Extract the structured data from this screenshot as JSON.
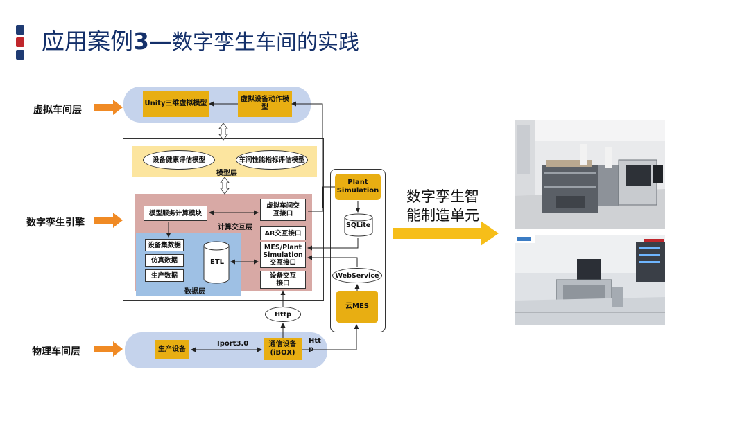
{
  "title": {
    "prefix": "应用案例",
    "number": "3",
    "dash": "—",
    "rest": "数字孪生车间的实践"
  },
  "colors": {
    "bullet_dark": "#1f3b73",
    "bullet_red": "#c0262c",
    "gold": "#e8ae12",
    "arrow_orange": "#f08a24"
  },
  "layers": {
    "virtual": "虚拟车间层",
    "engine": "数字孪生引擎",
    "physical": "物理车间层"
  },
  "diagram": {
    "unity_model": "Unity三维虚拟模型",
    "device_action_model": "虚拟设备动作模型",
    "health_model": "设备健康评估模型",
    "workshop_perf_model": "车间性能指标评估模型",
    "model_layer": "模型层",
    "model_service": "模型服务计算模块",
    "compute_layer": "计算交互层",
    "virtual_workshop_iface": "虚拟车间交互接口",
    "ar_iface": "AR交互接口",
    "mes_plant_iface": "MES/Plant Simulation交互接口",
    "device_iface": "设备交互接口",
    "device_data": "设备集数据",
    "sim_data": "仿真数据",
    "prod_data": "生产数据",
    "etl": "ETL",
    "data_layer": "数据层",
    "plant_sim": "Plant Simulation",
    "sqlite": "SQLite",
    "webservice": "WebService",
    "cloud_mes": "云MES",
    "http_top": "Http",
    "prod_device": "生产设备",
    "iport": "Iport3.0",
    "comm_device": "通信设备(iBOX)",
    "http_side": "Htt\np"
  },
  "right": {
    "caption_line1": "数字孪生智",
    "caption_line2": "能制造单元"
  }
}
